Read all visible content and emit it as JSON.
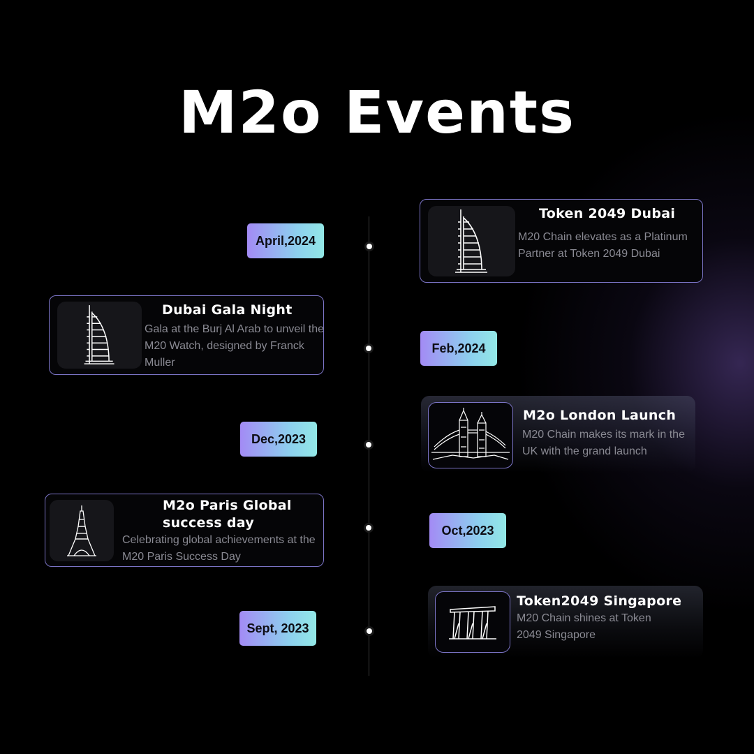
{
  "title": "M2o Events",
  "events": [
    {
      "date": "April,2024",
      "title": "Token 2049 Dubai",
      "description": "M20 Chain elevates as a Platinum Partner at Token 2049 Dubai",
      "icon": "burj-al-arab-icon"
    },
    {
      "date": "Feb,2024",
      "title": "Dubai Gala Night",
      "description": "Gala at the Burj Al Arab to unveil the M20 Watch, designed by Franck Muller",
      "icon": "burj-al-arab-icon"
    },
    {
      "date": "Dec,2023",
      "title": "M2o London Launch",
      "description": "M20 Chain makes its mark in the UK with the grand launch",
      "icon": "tower-bridge-icon"
    },
    {
      "date": "Oct,2023",
      "title": "M2o Paris Global success day",
      "description": "Celebrating global achievements at the M20 Paris Success Day",
      "icon": "eiffel-tower-icon"
    },
    {
      "date": "Sept, 2023",
      "title": "Token2049 Singapore",
      "description": "M20 Chain shines at Token 2049 Singapore",
      "icon": "marina-bay-sands-icon"
    }
  ],
  "colors": {
    "badge_gradient_start": "#a38bf5",
    "badge_gradient_end": "#92e8e6",
    "card_border": "#7b74c6",
    "background": "#000000"
  }
}
